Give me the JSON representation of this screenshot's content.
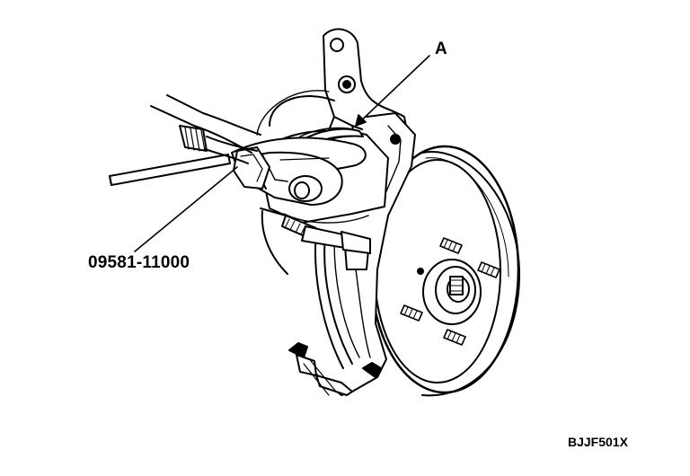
{
  "labels": {
    "part_a": "A",
    "tool_number": "09581-11000",
    "figure_code": "BJJF501X"
  },
  "colors": {
    "ink": "#000000",
    "paper": "#ffffff"
  },
  "icons": {
    "illustration": "brake-caliper-spring-compressor-illustration"
  }
}
